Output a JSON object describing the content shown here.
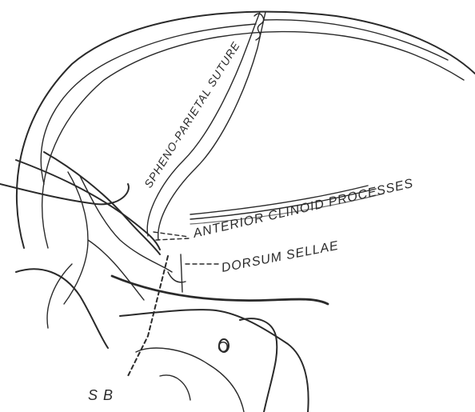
{
  "labels": {
    "suture": "SPHENO-PARIETAL SUTURE",
    "anterior_clinoid": "ANTERIOR CLINOID PROCESSES",
    "dorsum": "DORSUM SELLAE",
    "sb": "S B",
    "o": "O"
  },
  "colors": {
    "ink": "#2a2a2a",
    "paper": "#ffffff"
  }
}
